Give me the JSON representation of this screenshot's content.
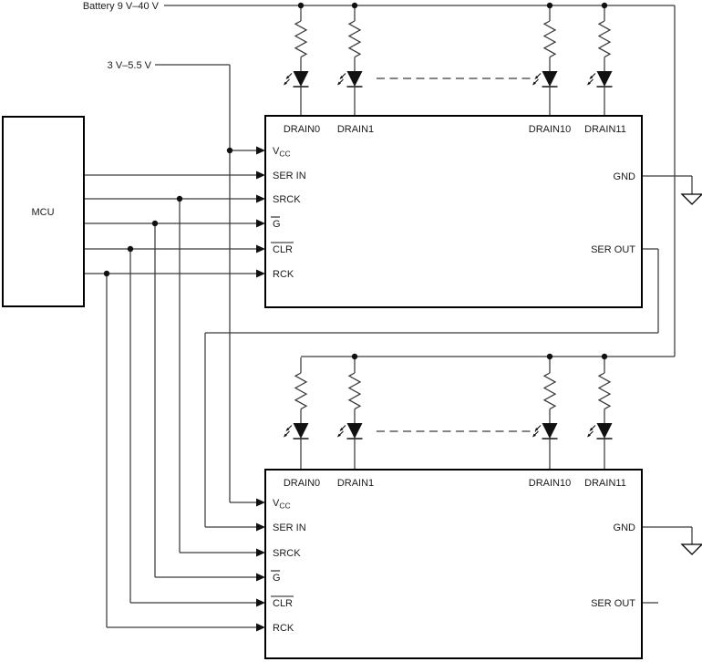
{
  "colors": {
    "wire": "#3a3a3a",
    "outline": "#000000",
    "text": "#1a1a1a",
    "background": "#ffffff"
  },
  "power": {
    "battery_label": "Battery 9 V–40 V",
    "logic_label": "3 V–5.5 V"
  },
  "mcu": {
    "label": "MCU"
  },
  "driver": {
    "top_pins": {
      "drain0": "DRAIN0",
      "drain1": "DRAIN1",
      "drain10": "DRAIN10",
      "drain11": "DRAIN11"
    },
    "left_pins": {
      "vcc_base": "V",
      "vcc_sub": "CC",
      "ser_in": "SER IN",
      "srck": "SRCK",
      "g": "G",
      "clr": "CLR",
      "rck": "RCK"
    },
    "right_pins": {
      "gnd": "GND",
      "ser_out": "SER OUT"
    }
  }
}
